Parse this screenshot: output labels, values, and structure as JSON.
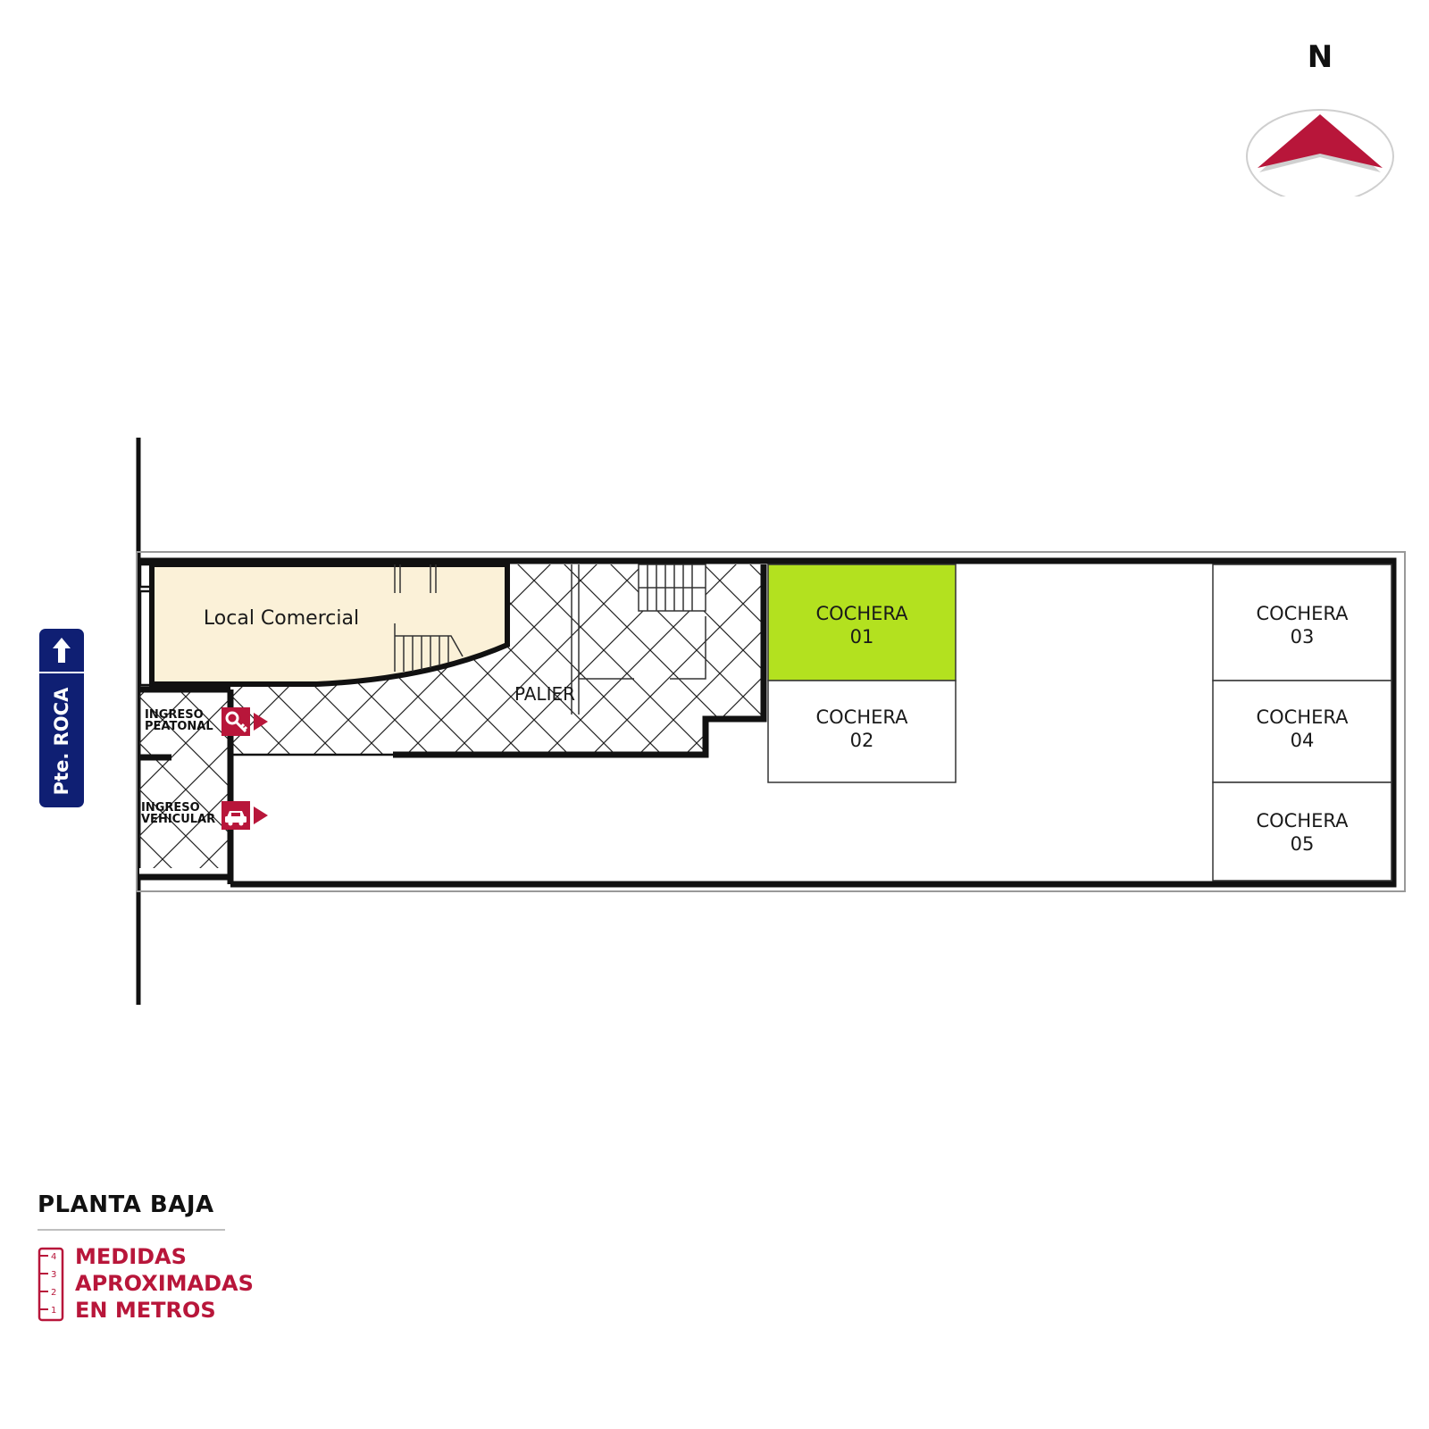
{
  "compass": {
    "letter": "N"
  },
  "street": {
    "name": "Pte. ROCA"
  },
  "rooms": {
    "local_comercial": "Local Comercial",
    "palier": "PALIER",
    "cochera_01": {
      "line1": "COCHERA",
      "line2": "01"
    },
    "cochera_02": {
      "line1": "COCHERA",
      "line2": "02"
    },
    "cochera_03": {
      "line1": "COCHERA",
      "line2": "03"
    },
    "cochera_04": {
      "line1": "COCHERA",
      "line2": "04"
    },
    "cochera_05": {
      "line1": "COCHERA",
      "line2": "05"
    }
  },
  "entrances": {
    "peatonal": {
      "line1": "INGRESO",
      "line2": "PEATONAL"
    },
    "vehicular": {
      "line1": "INGRESO",
      "line2": "VEHICULAR"
    }
  },
  "footer": {
    "title": "PLANTA BAJA",
    "note_lines": [
      "MEDIDAS",
      "APROXIMADAS",
      "EN METROS"
    ],
    "scale_ticks": [
      "4",
      "3",
      "2",
      "1"
    ]
  },
  "colors": {
    "accent_red": "#b8163a",
    "highlight_green": "#b3e11f",
    "local_fill": "#fbf1d8",
    "street_sign_blue": "#0f1f73"
  }
}
